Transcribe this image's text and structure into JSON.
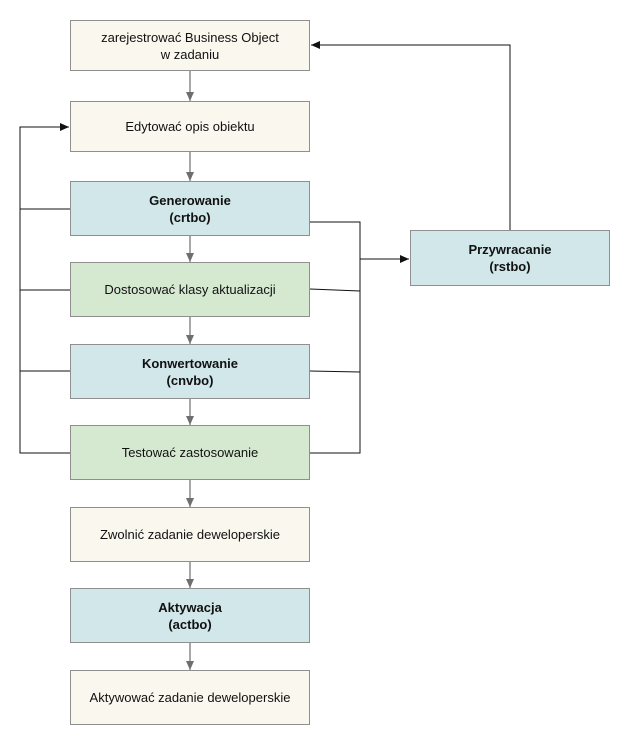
{
  "colors": {
    "neutral_fill": "#f9f7ee",
    "process_fill": "#d1e7ea",
    "config_fill": "#d5e9d1",
    "border": "#8f8f8f",
    "line": "#111111",
    "arrow": "#6e6e6e"
  },
  "nodes": {
    "register": {
      "line1": "zarejestrować Business Object",
      "line2": "w zadaniu"
    },
    "edit": {
      "line1": "Edytować opis obiektu"
    },
    "generate": {
      "line1": "Generowanie",
      "line2": "(crtbo)"
    },
    "adjust": {
      "line1": "Dostosować klasy aktualizacji"
    },
    "convert": {
      "line1": "Konwertowanie",
      "line2": "(cnvbo)"
    },
    "test": {
      "line1": "Testować zastosowanie"
    },
    "release": {
      "line1": "Zwolnić zadanie deweloperskie"
    },
    "activate": {
      "line1": "Aktywacja",
      "line2": "(actbo)"
    },
    "activate_task": {
      "line1": "Aktywować zadanie deweloperskie"
    },
    "restore": {
      "line1": "Przywracanie",
      "line2": "(rstbo)"
    }
  }
}
